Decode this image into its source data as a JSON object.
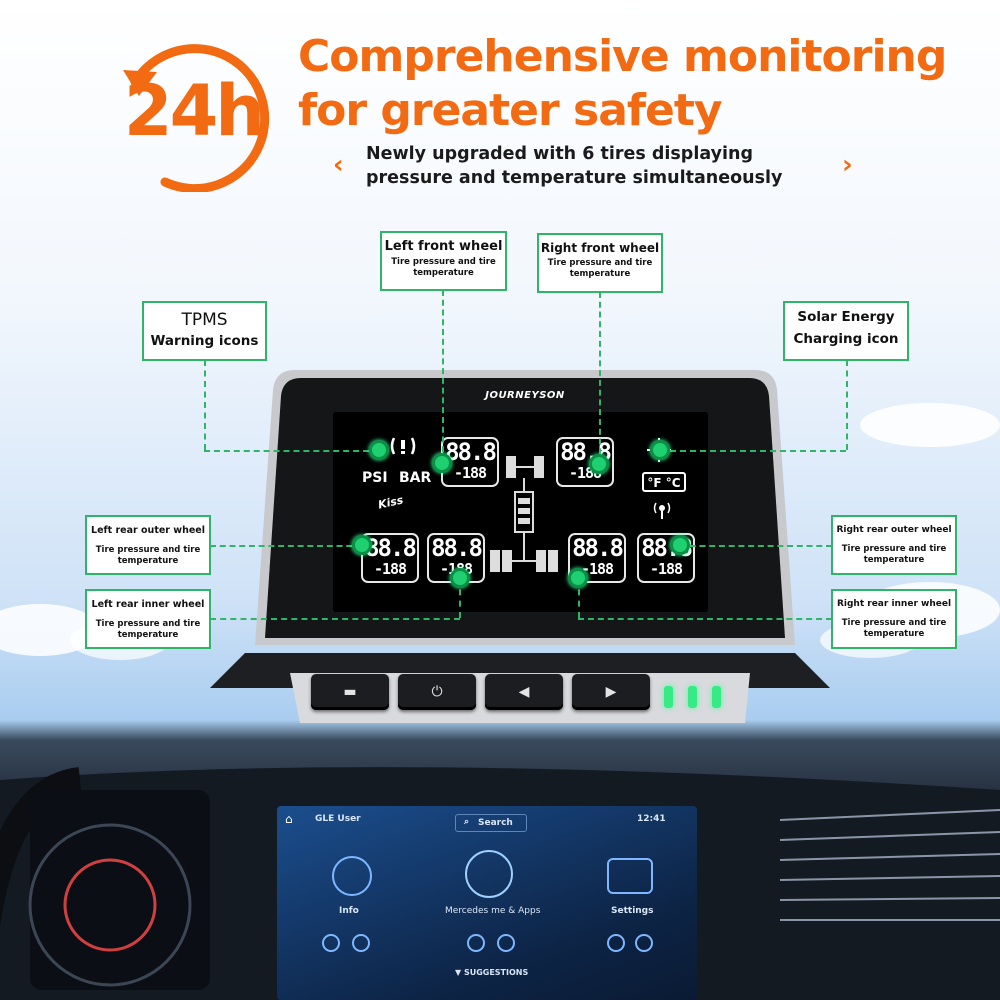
{
  "header": {
    "badge": "24h",
    "headline_line1": "Comprehensive monitoring",
    "headline_line2": "for greater safety",
    "subline_line1": "Newly upgraded with 6 tires displaying",
    "subline_line2": "pressure and temperature simultaneously",
    "accent_color": "#f26a12"
  },
  "callouts": {
    "left_front": {
      "title": "Left front wheel",
      "desc_line1": "Tire pressure and tire",
      "desc_line2": "temperature"
    },
    "right_front": {
      "title": "Right front wheel",
      "desc_line1": "Tire pressure and tire",
      "desc_line2": "temperature"
    },
    "tpms": {
      "title": "TPMS",
      "subtitle": "Warning icons"
    },
    "solar": {
      "title": "Solar Energy",
      "subtitle": "Charging icon"
    },
    "left_rear_outer": {
      "title": "Left rear outer wheel",
      "desc_line1": "Tire pressure and tire",
      "desc_line2": "temperature"
    },
    "left_rear_inner": {
      "title": "Left rear inner wheel",
      "desc_line1": "Tire pressure and tire",
      "desc_line2": "temperature"
    },
    "right_rear_outer": {
      "title": "Right rear outer wheel",
      "desc_line1": "Tire pressure and tire",
      "desc_line2": "temperature"
    },
    "right_rear_inner": {
      "title": "Right rear inner wheel",
      "desc_line1": "Tire pressure and tire",
      "desc_line2": "temperature"
    },
    "line_color": "#2fb567"
  },
  "device": {
    "brand": "JOURNEYSON",
    "unit_psi": "PSI",
    "unit_bar": "BAR",
    "temp_unit": "°F °C",
    "kiss": "Kiss",
    "lcd_big": "88.8",
    "lcd_small": "-188",
    "buttons": [
      {
        "icon": "menu-icon",
        "glyph": "▬"
      },
      {
        "icon": "power-icon",
        "glyph": "⏻"
      },
      {
        "icon": "left-arrow-icon",
        "glyph": "◀"
      },
      {
        "icon": "right-arrow-icon",
        "glyph": "▶"
      }
    ]
  },
  "infotainment": {
    "user": "GLE User",
    "search": "Search",
    "time": "12:41",
    "info": "Info",
    "apps": "Mercedes me & Apps",
    "settings": "Settings",
    "suggestions": "▼ SUGGESTIONS"
  }
}
